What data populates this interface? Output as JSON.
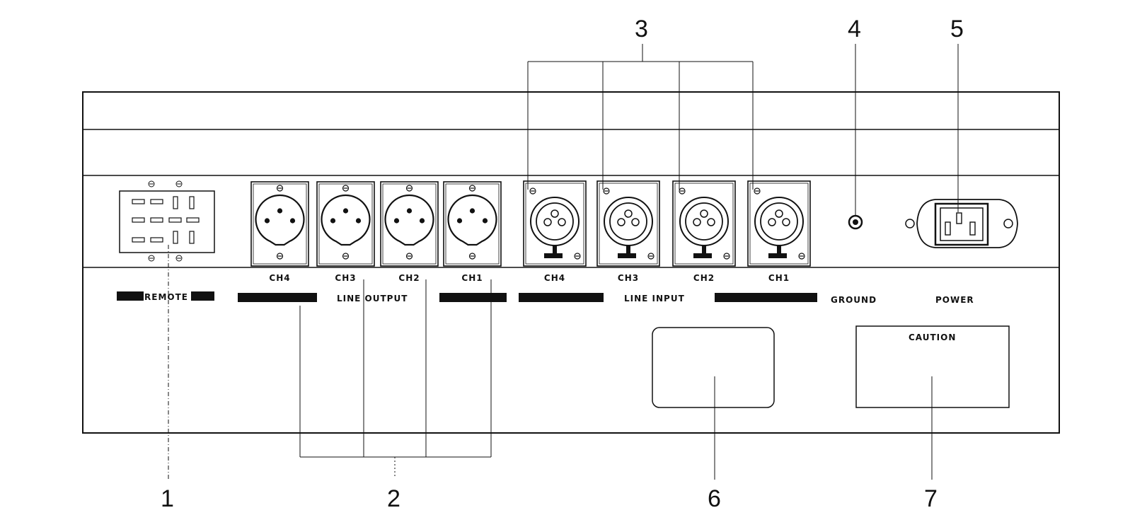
{
  "callouts": [
    "1",
    "2",
    "3",
    "4",
    "5",
    "6",
    "7"
  ],
  "labels": {
    "remote": "REMOTE",
    "line_output": "LINE OUTPUT",
    "line_input": "LINE INPUT",
    "ground": "GROUND",
    "power": "POWER",
    "caution": "CAUTION"
  },
  "output_channels": [
    "CH4",
    "CH3",
    "CH2",
    "CH1"
  ],
  "input_channels": [
    "CH4",
    "CH3",
    "CH2",
    "CH1"
  ]
}
